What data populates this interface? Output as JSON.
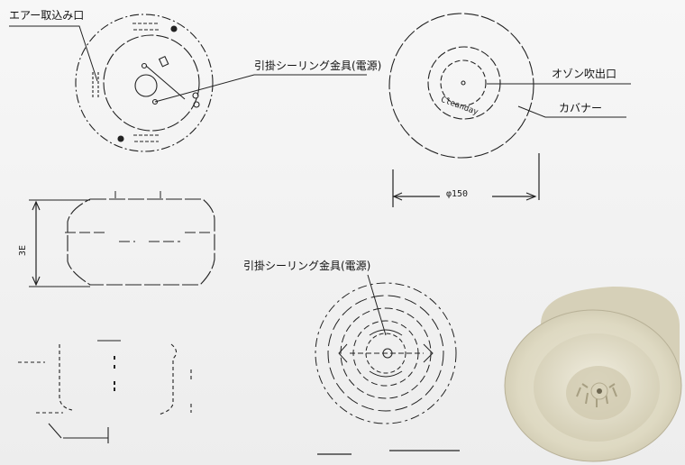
{
  "labels": {
    "air_intake": "エアー取込み口",
    "hook_ceiling_top": "引掛シーリング金具(電源)",
    "ozone_outlet": "オゾン吹出口",
    "cover": "カバナー",
    "hook_ceiling_bottom": "引掛シーリング金具(電源)"
  },
  "dims": {
    "diameter": "φ150",
    "height": "3E",
    "engraving": "Cleanday"
  }
}
